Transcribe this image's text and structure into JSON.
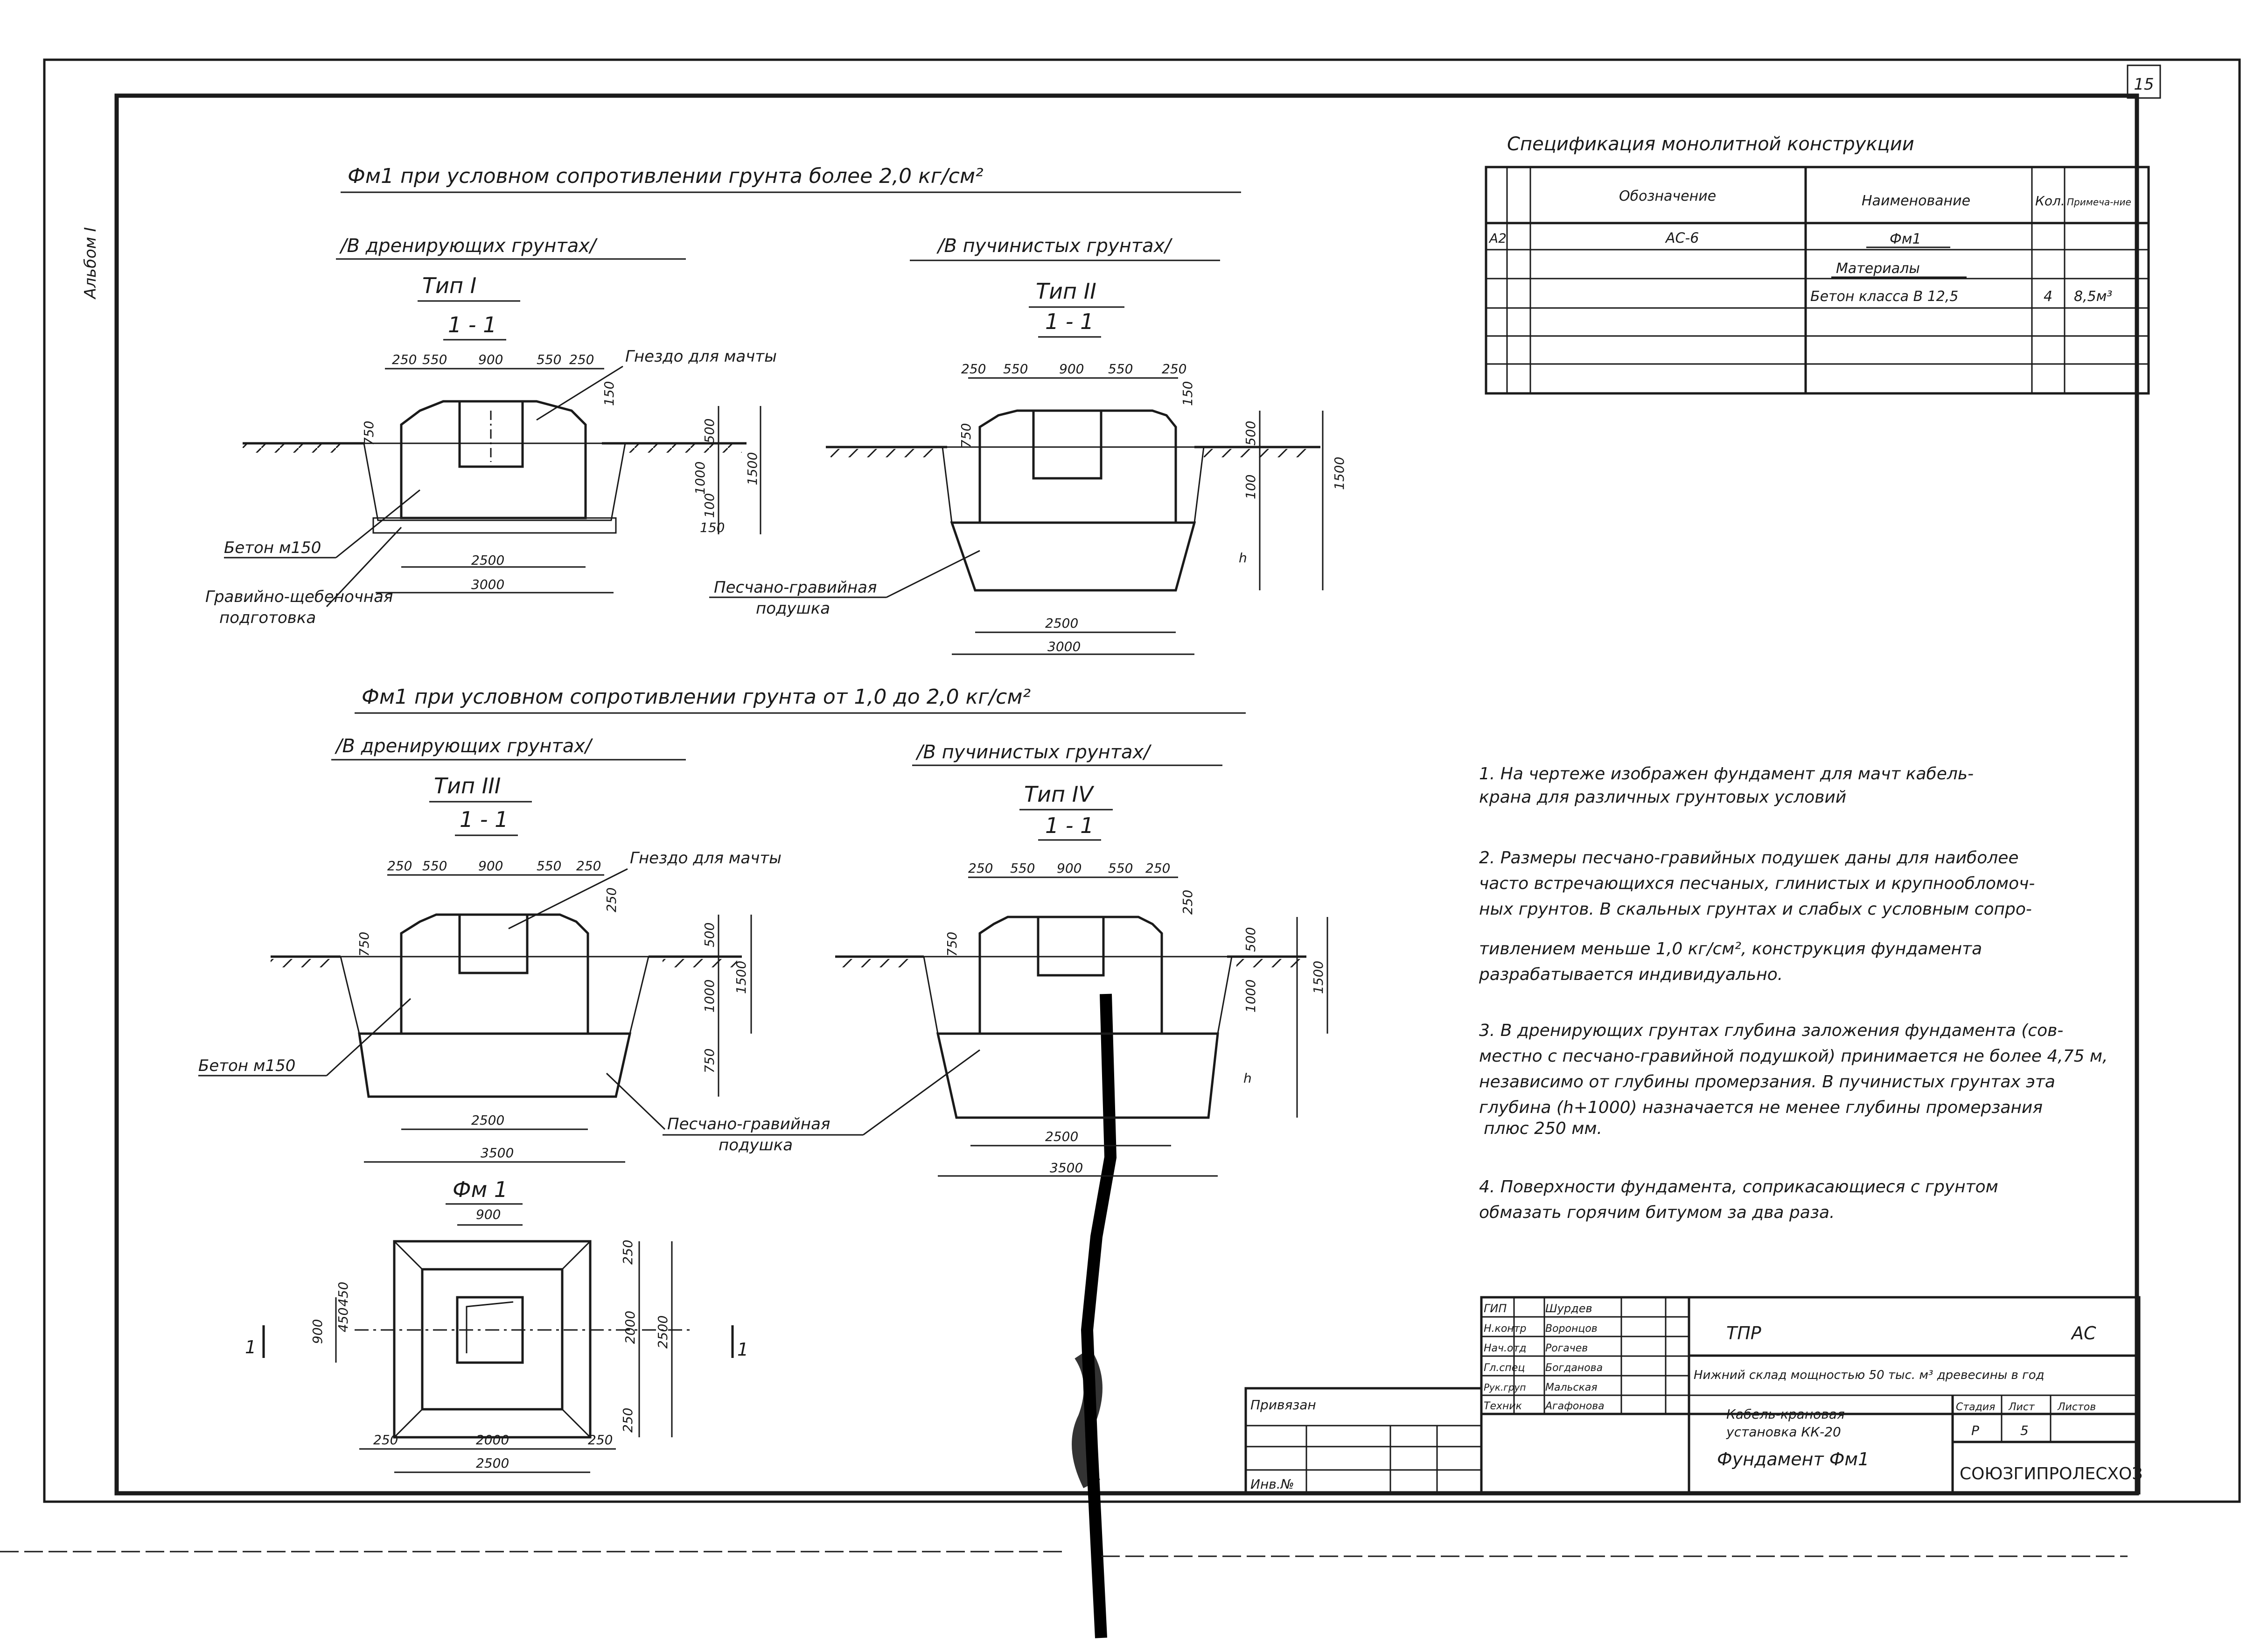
{
  "sheet": {
    "page_number": "15",
    "album_label": "Альбом I"
  },
  "section1": {
    "title": "Фм1  при  условном  сопротивлении   грунта   более    2,0  кг/см²",
    "type1": {
      "soil": "/В дренирующих грунтах/",
      "type": "Тип  I",
      "cut": "1 - 1",
      "dims_top": [
        "250",
        "550",
        "900",
        "550",
        "250"
      ],
      "dims_right": [
        "150",
        "500",
        "1000",
        "1500",
        "100",
        "150"
      ],
      "dim_left": "750",
      "dim_bottom_inner": "2500",
      "dim_bottom_outer": "3000",
      "socket_label": "Гнездо для мачты",
      "concrete_label": "Бетон  м150",
      "gravel_label_1": "Гравийно-щебеночная",
      "gravel_label_2": "подготовка"
    },
    "type2": {
      "soil": "/В пучинистых  грунтах/",
      "type": "Тип  II",
      "cut": "1 - 1",
      "dims_top": [
        "250",
        "550",
        "900",
        "550",
        "250"
      ],
      "dims_right": [
        "150",
        "500",
        "100",
        "1500",
        "h"
      ],
      "dim_left": "750",
      "dim_bottom_inner": "2500",
      "dim_bottom_outer": "3000",
      "cushion_label_1": "Песчано-гравийная",
      "cushion_label_2": "подушка"
    }
  },
  "section2": {
    "title": "Фм1   при    условном    сопротивлении    грунта   от 1,0  до 2,0  кг/см²",
    "type3": {
      "soil": "/В  дренирующих  грунтах/",
      "type": "Тип  III",
      "cut": "1 - 1",
      "dims_top": [
        "250",
        "550",
        "900",
        "550",
        "250"
      ],
      "dims_right": [
        "250",
        "500",
        "1000",
        "1500",
        "750"
      ],
      "dim_left": "750",
      "dim_bottom_inner": "2500",
      "dim_bottom_outer": "3500",
      "socket_label": "Гнездо для мачты",
      "concrete_label": "Бетон  м150",
      "cushion_label_1": "Песчано-гравийная",
      "cushion_label_2": "подушка"
    },
    "type4": {
      "soil": "/В пучинистых  грунтах/",
      "type": "Тип  IV",
      "cut": "1 - 1",
      "dims_top": [
        "250",
        "550",
        "900",
        "550",
        "250"
      ],
      "dims_right": [
        "250",
        "500",
        "1000",
        "1500",
        "h"
      ],
      "dim_left": "750",
      "dim_bottom_inner": "2500",
      "dim_bottom_outer": "3500"
    }
  },
  "plan": {
    "title": "Фм 1",
    "dim_top": "900",
    "dims_left": [
      "900",
      "450",
      "450"
    ],
    "dims_right": [
      "250",
      "2000",
      "2500",
      "250"
    ],
    "dims_bottom": [
      "250",
      "2000",
      "250"
    ],
    "dim_bottom_total": "2500",
    "cut_left": "1",
    "cut_right": "1"
  },
  "spec": {
    "title": "Спецификация   монолитной   конструкции",
    "headers": [
      "Обозначение",
      "Наименование",
      "Кол.",
      "Примеча-ние"
    ],
    "rows": [
      {
        "format": "А2",
        "designation": "АС-6",
        "name": "Фм1",
        "qty": "",
        "note": ""
      },
      {
        "format": "",
        "designation": "",
        "name": "Материалы",
        "qty": "",
        "note": ""
      },
      {
        "format": "",
        "designation": "",
        "name": "Бетон  класса    В 12,5",
        "qty": "4",
        "note": "8,5м³"
      },
      {
        "format": "",
        "designation": "",
        "name": "",
        "qty": "",
        "note": ""
      },
      {
        "format": "",
        "designation": "",
        "name": "",
        "qty": "",
        "note": ""
      },
      {
        "format": "",
        "designation": "",
        "name": "",
        "qty": "",
        "note": ""
      }
    ]
  },
  "notes": [
    {
      "line1": "1. На  чертеже   изображен  фундамент  для  мачт  кабель-",
      "line2": "крана   для    различных   грунтовых   условий",
      "line3": "",
      "line4": "",
      "line5": ""
    },
    {
      "line1": "2. Размеры песчано-гравийных подушек даны для наиболее",
      "line2": "часто встречающихся песчаных, глинистых и крупнообломоч-",
      "line3": "ных грунтов. В скальных грунтах и слабых с условным сопро-",
      "line4": "тивлением  меньше  1,0 кг/см²,  конструкция  фундамента",
      "line5": "разрабатывается    индивидуально."
    },
    {
      "line1": "3. В дренирующих грунтах глубина заложения фундамента (сов-",
      "line2": "местно  с песчано-гравийной подушкой) принимается не более 4,75 м,",
      "line3": "независимо   от  глубины  промерзания.  В пучинистых грунтах эта",
      "line4": "глубина  (h+1000) назначается   не менее глубины  промерзания",
      "line5": "плюс   250 мм."
    },
    {
      "line1": "4. Поверхности  фундамента,  соприкасающиеся с грунтом",
      "line2": "обмазать   горячим   битумом    за  два  раза.",
      "line3": "",
      "line4": "",
      "line5": ""
    }
  ],
  "stamp": {
    "signers": [
      {
        "role": "ГИП",
        "name": "Шурдев"
      },
      {
        "role": "Н.контр",
        "name": "Воронцов"
      },
      {
        "role": "Нач.отд",
        "name": "Рогачев"
      },
      {
        "role": "Гл.спец",
        "name": "Богданова"
      },
      {
        "role": "Рук.груп",
        "name": "Мальская"
      },
      {
        "role": "Техник",
        "name": "Агафонова"
      }
    ],
    "tied_label": "Привязан",
    "inv_label": "Инв.№",
    "code": "ТПР",
    "code_suffix": "АС",
    "project": "Нижний склад мощностью 50 тыс. м³ древесины в год",
    "object_1": "Кабель-крановая",
    "object_2": "установка КК-20",
    "stage_label": "Стадия",
    "sheet_label": "Лист",
    "sheets_label": "Листов",
    "stage": "Р",
    "sheet": "5",
    "drawing": "Фундамент  Фм1",
    "org": "СОЮЗГИПРОЛЕСХОЗ"
  }
}
